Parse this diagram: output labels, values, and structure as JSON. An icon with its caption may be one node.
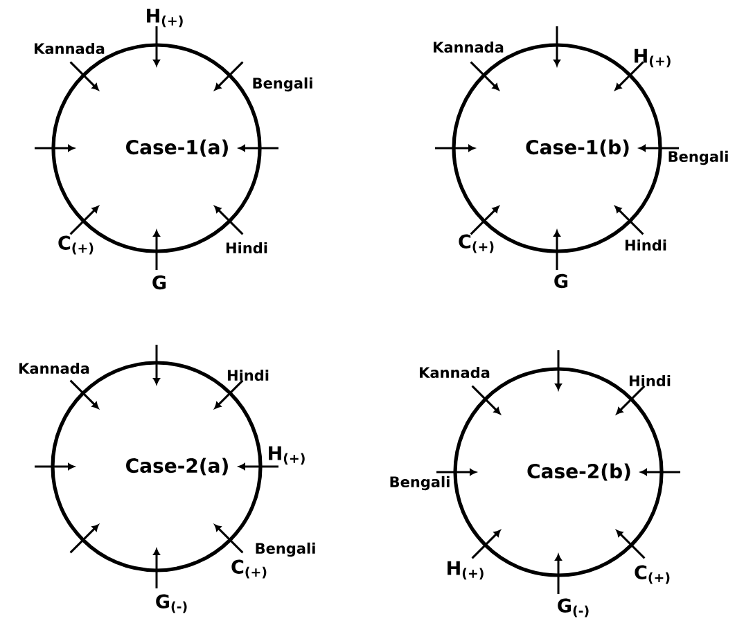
{
  "diagram": {
    "nodes": [
      {
        "text": [
          "Case-1(a)"
        ],
        "beside": [
          "H$_{(+)}$",
          "Kannada",
          "Bengali",
          "C$_{(+)}$",
          "Hindi",
          "G"
        ]
      },
      {
        "text": [
          "Case-1(b)"
        ],
        "beside": [
          "Kannada",
          "H$_{(+)}$",
          "Bengali",
          "C$_{(+)}$",
          "Hindi",
          "G"
        ]
      },
      {
        "text": [
          "Case-2(a)"
        ],
        "beside": [
          "Kannada",
          "Hindi",
          "H$_{(+)}$",
          "Bengali",
          "C$_{(+)}$",
          "G$_{(-)}$"
        ]
      },
      {
        "text": [
          "Case-2(b)"
        ],
        "beside": [
          "Kannada",
          "Hindi",
          "Bengali",
          "H$_{(+)}$",
          "C$_{(+)}$",
          "G$_{(-)}$"
        ]
      }
    ]
  }
}
